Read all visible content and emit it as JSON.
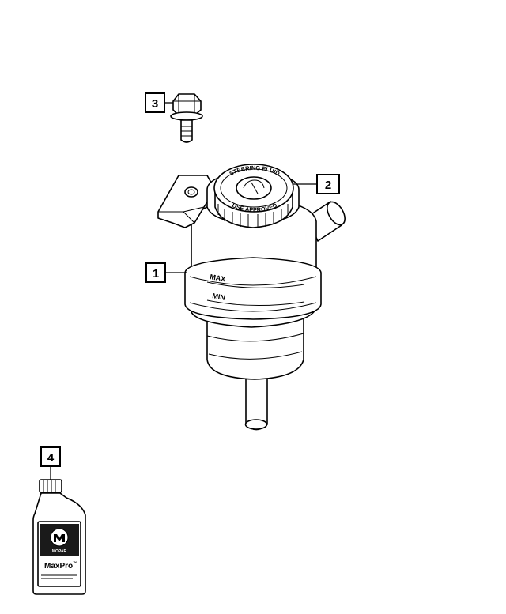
{
  "callouts": [
    {
      "id": "callout-1",
      "label": "1"
    },
    {
      "id": "callout-2",
      "label": "2"
    },
    {
      "id": "callout-3",
      "label": "3"
    },
    {
      "id": "callout-4",
      "label": "4"
    }
  ],
  "cap": {
    "text_top": "STEERING FLUID",
    "text_bottom": "USE APPROVED"
  },
  "reservoir": {
    "mark_max": "MAX",
    "mark_min": "MIN"
  },
  "bottle": {
    "brand": "MOPAR",
    "product": "MaxPro",
    "trademark": "™"
  }
}
